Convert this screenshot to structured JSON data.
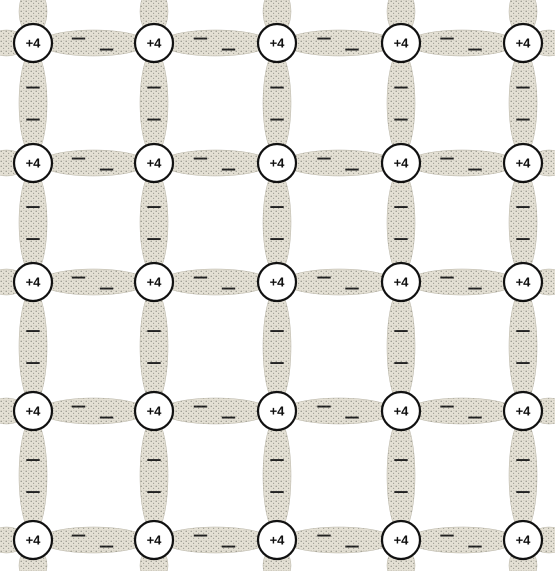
{
  "lattice": {
    "rows": 5,
    "cols": 5,
    "atom_label": "+4",
    "electron_label": "—",
    "colors": {
      "bond_fill": "#d9d4c6",
      "bond_dots": "#8a8a80",
      "atom_stroke": "#111111",
      "atom_fill": "#ffffff"
    }
  }
}
